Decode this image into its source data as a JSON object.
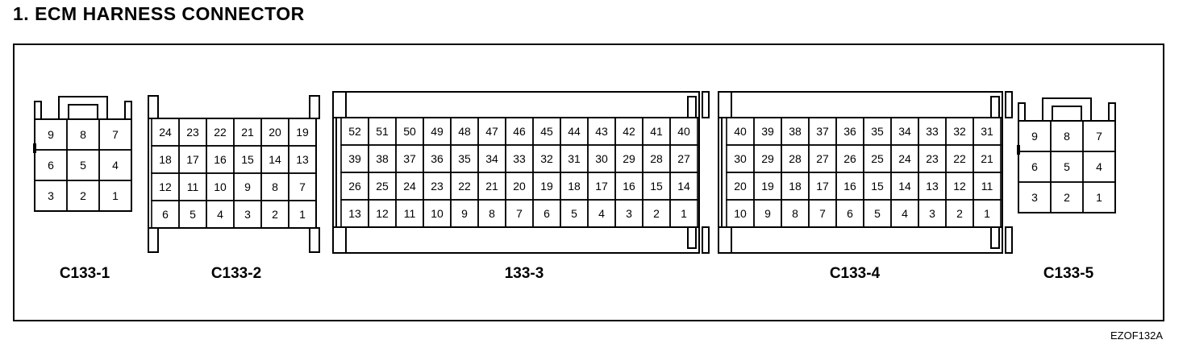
{
  "title": "1. ECM HARNESS CONNECTOR",
  "figure_code": "EZOF132A",
  "connectors": [
    {
      "label": "C133-1",
      "rows": [
        [
          "9",
          "8",
          "7"
        ],
        [
          "6",
          "5",
          "4"
        ],
        [
          "3",
          "2",
          "1"
        ]
      ]
    },
    {
      "label": "C133-2",
      "rows": [
        [
          "24",
          "23",
          "22",
          "21",
          "20",
          "19"
        ],
        [
          "18",
          "17",
          "16",
          "15",
          "14",
          "13"
        ],
        [
          "12",
          "11",
          "10",
          "9",
          "8",
          "7"
        ],
        [
          "6",
          "5",
          "4",
          "3",
          "2",
          "1"
        ]
      ]
    },
    {
      "label": "133-3",
      "rows": [
        [
          "52",
          "51",
          "50",
          "49",
          "48",
          "47",
          "46",
          "45",
          "44",
          "43",
          "42",
          "41",
          "40"
        ],
        [
          "39",
          "38",
          "37",
          "36",
          "35",
          "34",
          "33",
          "32",
          "31",
          "30",
          "29",
          "28",
          "27"
        ],
        [
          "26",
          "25",
          "24",
          "23",
          "22",
          "21",
          "20",
          "19",
          "18",
          "17",
          "16",
          "15",
          "14"
        ],
        [
          "13",
          "12",
          "11",
          "10",
          "9",
          "8",
          "7",
          "6",
          "5",
          "4",
          "3",
          "2",
          "1"
        ]
      ]
    },
    {
      "label": "C133-4",
      "rows": [
        [
          "40",
          "39",
          "38",
          "37",
          "36",
          "35",
          "34",
          "33",
          "32",
          "31"
        ],
        [
          "30",
          "29",
          "28",
          "27",
          "26",
          "25",
          "24",
          "23",
          "22",
          "21"
        ],
        [
          "20",
          "19",
          "18",
          "17",
          "16",
          "15",
          "14",
          "13",
          "12",
          "11"
        ],
        [
          "10",
          "9",
          "8",
          "7",
          "6",
          "5",
          "4",
          "3",
          "2",
          "1"
        ]
      ]
    },
    {
      "label": "C133-5",
      "rows": [
        [
          "9",
          "8",
          "7"
        ],
        [
          "6",
          "5",
          "4"
        ],
        [
          "3",
          "2",
          "1"
        ]
      ]
    }
  ]
}
